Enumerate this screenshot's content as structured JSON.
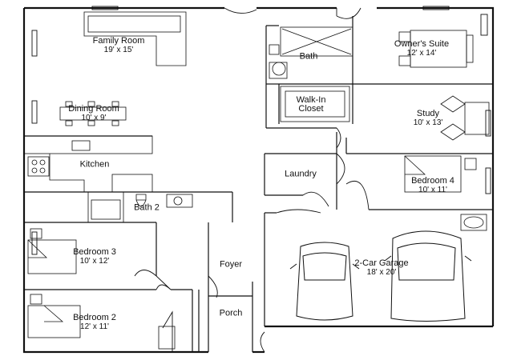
{
  "rooms": {
    "family_room": {
      "name": "Family Room",
      "size": "19' x 15'"
    },
    "owners_suite": {
      "name": "Owner's Suite",
      "size": "12' x 14'"
    },
    "bath": {
      "name": "Bath"
    },
    "walkin_closet": {
      "name": "Walk-In Closet"
    },
    "dining_room": {
      "name": "Dining Room",
      "size": "10' x 9'"
    },
    "study": {
      "name": "Study",
      "size": "10' x 13'"
    },
    "kitchen": {
      "name": "Kitchen"
    },
    "laundry": {
      "name": "Laundry"
    },
    "bedroom4": {
      "name": "Bedroom 4",
      "size": "10' x 11'"
    },
    "bath2": {
      "name": "Bath 2"
    },
    "bedroom3": {
      "name": "Bedroom 3",
      "size": "10' x 12'"
    },
    "garage": {
      "name": "2-Car Garage",
      "size": "18' x 20'"
    },
    "foyer": {
      "name": "Foyer"
    },
    "porch": {
      "name": "Porch"
    },
    "bedroom2": {
      "name": "Bedroom 2",
      "size": "12' x 11'"
    }
  }
}
